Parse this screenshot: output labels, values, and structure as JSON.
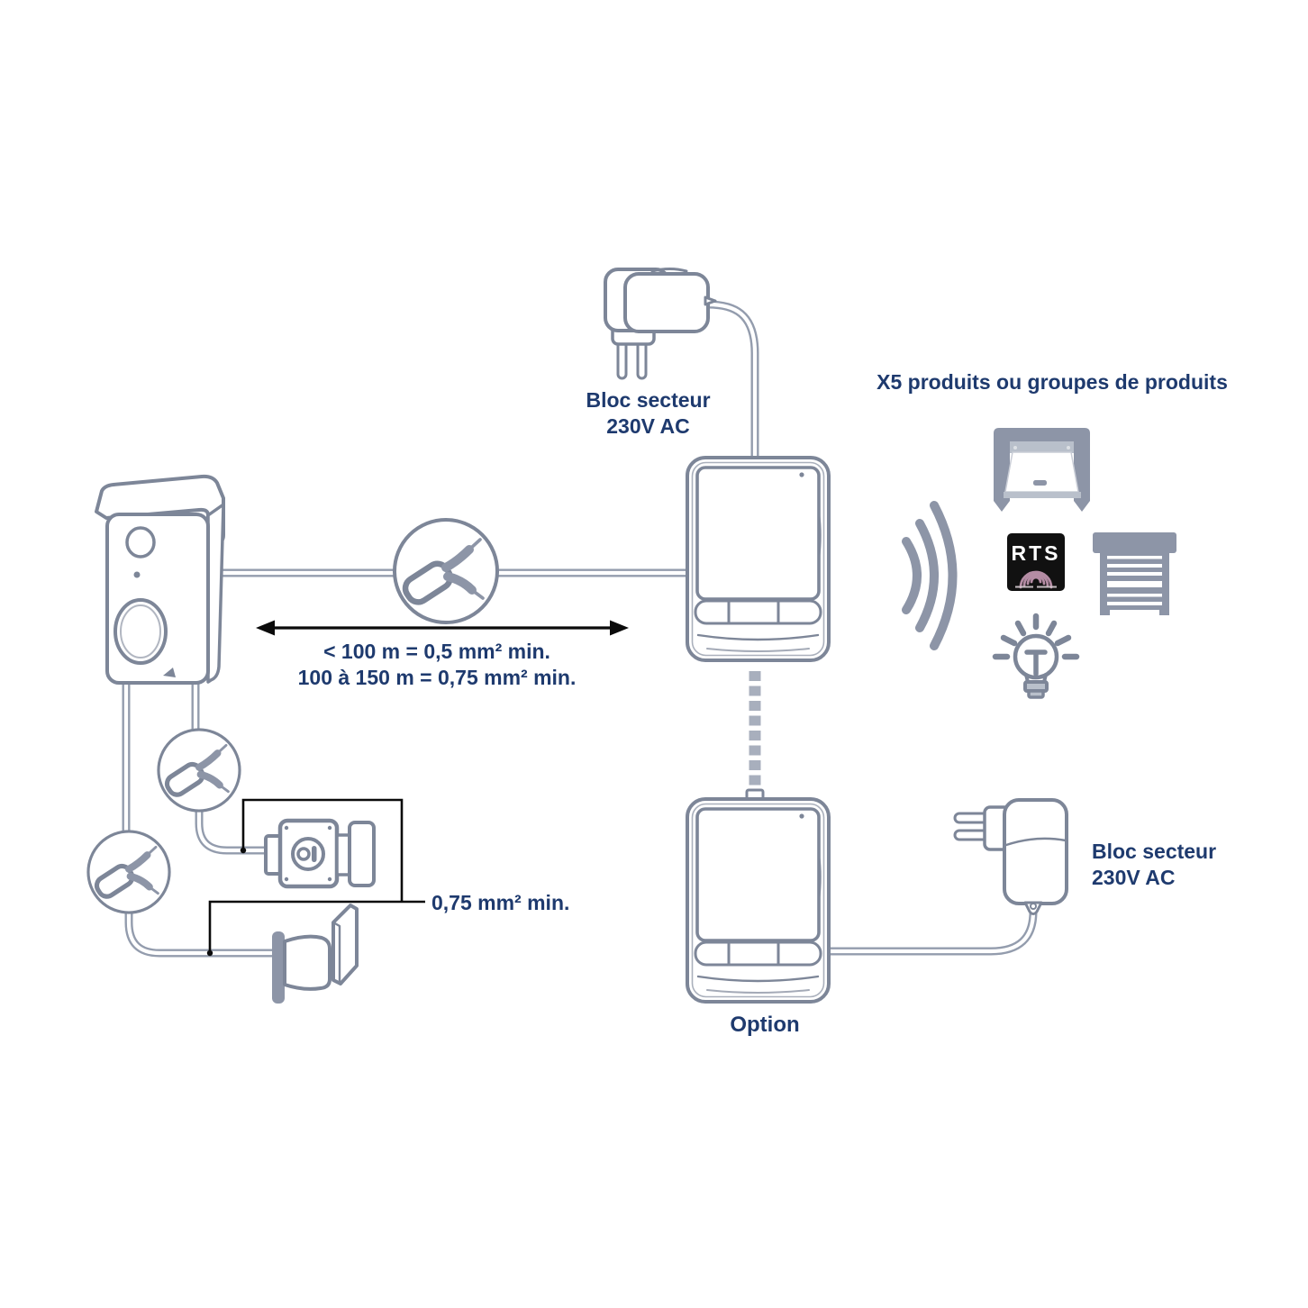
{
  "colors": {
    "label_blue": "#1e3a6e",
    "outline_gray": "#7d8698",
    "icon_gray": "#8d95a7",
    "icon_gray_light": "#b9c0cb",
    "wire_gray": "#939cad",
    "black": "#0b0b0b",
    "rts_wave_pink": "#b48ca4",
    "rts_bg": "#111111"
  },
  "labels": {
    "power_top_line1": "Bloc secteur",
    "power_top_line2": "230V AC",
    "products_title": "X5 produits ou groupes de produits",
    "cable_distance_line1": "< 100 m = 0,5 mm² min.",
    "cable_distance_line2": "100 à 150 m = 0,75 mm² min.",
    "wire_spec": "0,75 mm² min.",
    "power_right_line1": "Bloc secteur",
    "power_right_line2": "230V AC",
    "option": "Option",
    "rts": "RTS"
  },
  "icons": [
    "power-adapter-icon",
    "video-door-station-icon",
    "cable-splice-icon",
    "indoor-monitor-icon",
    "radio-waves-icon",
    "garage-door-icon",
    "rts-logo-icon",
    "roller-shutter-icon",
    "light-bulb-icon",
    "electric-lock-icon",
    "electric-strike-icon",
    "distance-arrow-icon"
  ]
}
